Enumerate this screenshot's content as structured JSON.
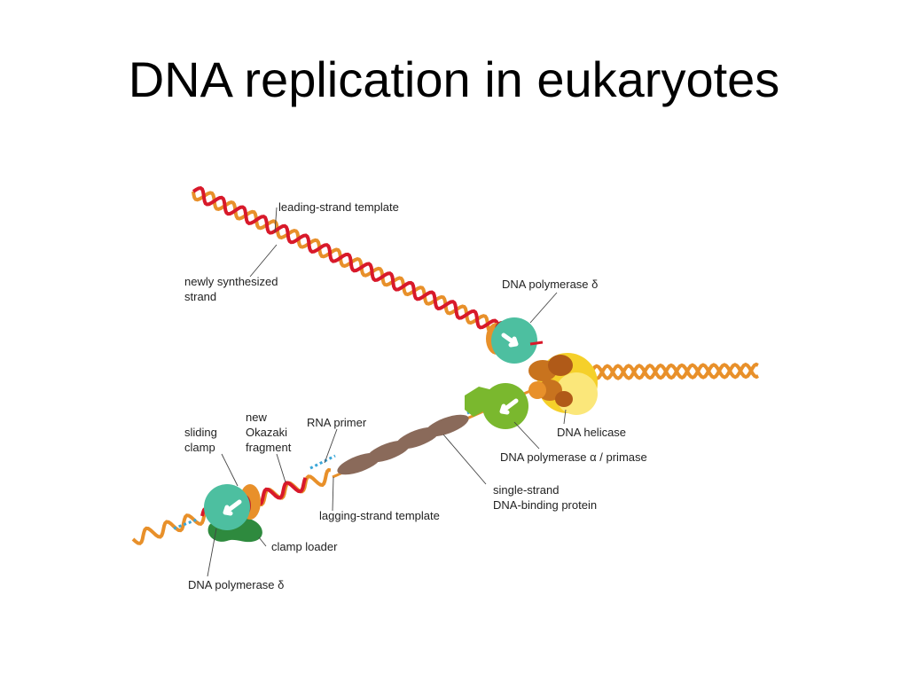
{
  "slide": {
    "title": "DNA replication in eukaryotes"
  },
  "diagram": {
    "labels": {
      "leading_strand_template": "leading-strand template",
      "newly_synthesized_1": "newly synthesized",
      "newly_synthesized_2": "strand",
      "dna_pol_delta_top": "DNA polymerase δ",
      "dna_helicase": "DNA helicase",
      "dna_pol_alpha": "DNA polymerase α / primase",
      "ssb_1": "single-strand",
      "ssb_2": "DNA-binding protein",
      "lagging_template": "lagging-strand template",
      "rna_primer": "RNA primer",
      "new_okazaki_1": "new",
      "new_okazaki_2": "Okazaki",
      "new_okazaki_3": "fragment",
      "sliding_clamp_1": "sliding",
      "sliding_clamp_2": "clamp",
      "clamp_loader": "clamp loader",
      "dna_pol_delta_bottom": "DNA polymerase δ"
    },
    "colors": {
      "template_strand": "#e8902a",
      "new_strand": "#d8192a",
      "rna_primer": "#3aa6d8",
      "polymerase": "#4dbfa0",
      "polymerase_alpha": "#7ab82e",
      "helicase": "#f5d02a",
      "ssb_protein": "#8a6a5a",
      "clamp_loader": "#2e8a3e"
    }
  }
}
